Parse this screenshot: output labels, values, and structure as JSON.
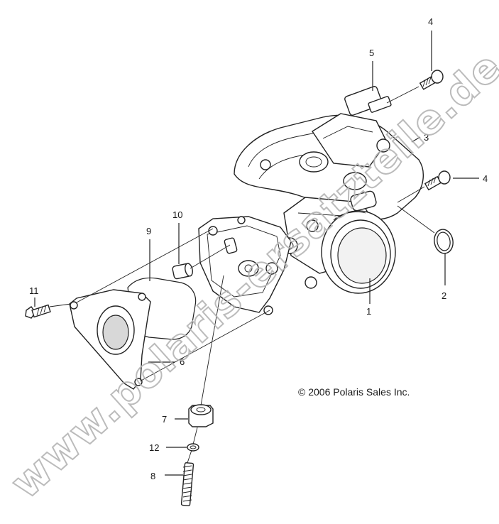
{
  "copyright": "© 2006 Polaris Sales Inc.",
  "watermark": "www.polaris-ersatzteile.de",
  "callouts": [
    {
      "id": "c1",
      "label": "1"
    },
    {
      "id": "c2",
      "label": "2"
    },
    {
      "id": "c3",
      "label": "3"
    },
    {
      "id": "c4a",
      "label": "4"
    },
    {
      "id": "c4b",
      "label": "4"
    },
    {
      "id": "c5",
      "label": "5"
    },
    {
      "id": "c6",
      "label": "6"
    },
    {
      "id": "c7",
      "label": "7"
    },
    {
      "id": "c8",
      "label": "8"
    },
    {
      "id": "c9",
      "label": "9"
    },
    {
      "id": "c10",
      "label": "10"
    },
    {
      "id": "c11",
      "label": "11"
    },
    {
      "id": "c12",
      "label": "12"
    }
  ]
}
